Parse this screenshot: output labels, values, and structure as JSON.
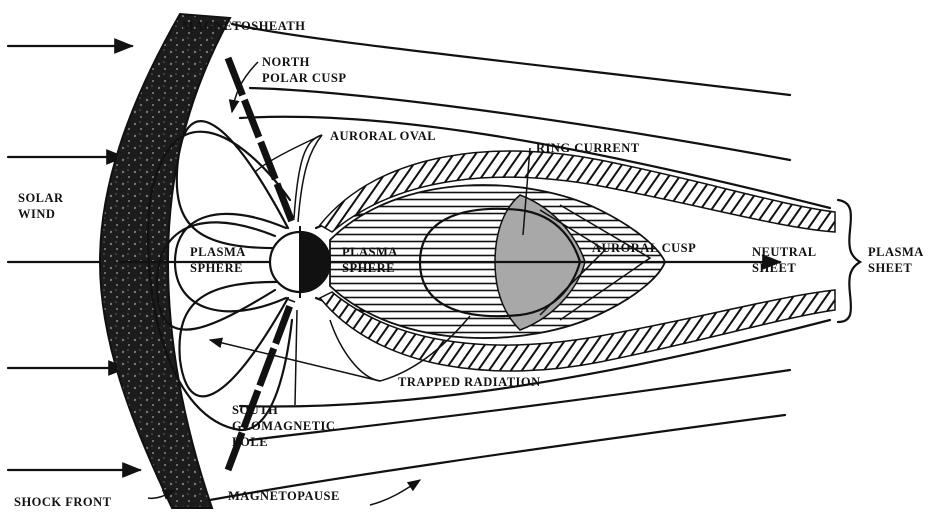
{
  "labels": {
    "magnetosheath": "MAGNETOSHEATH",
    "north_polar_cusp_1": "NORTH",
    "north_polar_cusp_2": "POLAR CUSP",
    "auroral_oval": "AURORAL OVAL",
    "ring_current": "RING CURRENT",
    "solar_wind_1": "SOLAR",
    "solar_wind_2": "WIND",
    "plasma_sphere_left_1": "PLASMA",
    "plasma_sphere_left_2": "SPHERE",
    "plasma_sphere_right_1": "PLASMA",
    "plasma_sphere_right_2": "SPHERE",
    "auroral_cusp": "AURORAL CUSP",
    "neutral_sheet_1": "NEUTRAL",
    "neutral_sheet_2": "SHEET",
    "plasma_sheet_1": "PLASMA",
    "plasma_sheet_2": "SHEET",
    "trapped_radiation": "TRAPPED RADIATION",
    "south_pole_1": "SOUTH",
    "south_pole_2": "GEOMAGNETIC",
    "south_pole_3": "POLE",
    "shock_front": "SHOCK FRONT",
    "magnetopause": "MAGNETOPAUSE"
  },
  "colors": {
    "ink": "#111111",
    "paper": "#ffffff",
    "sheath": "#1c1c1c",
    "ring": "#9a9a9a"
  }
}
